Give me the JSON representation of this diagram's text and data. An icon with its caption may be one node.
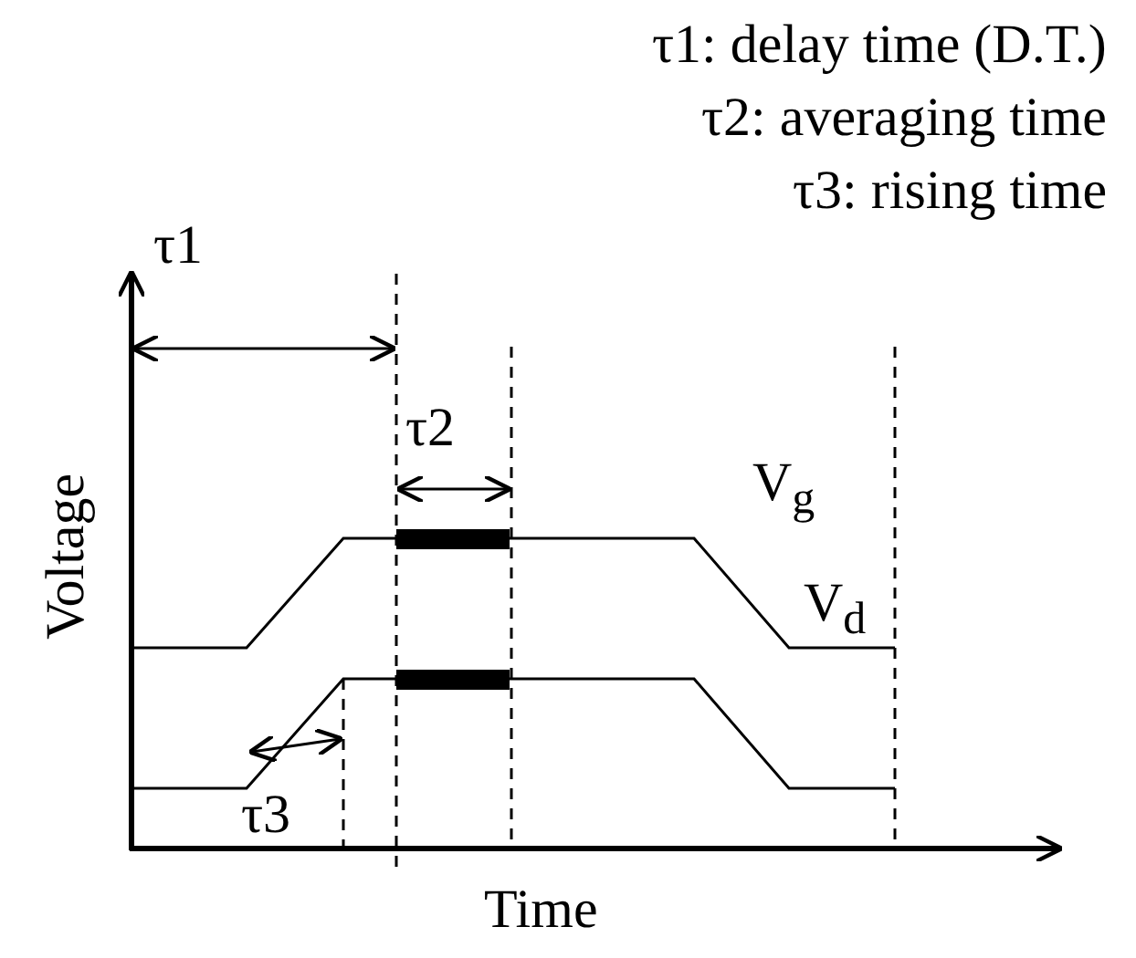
{
  "diagram": {
    "labels": [
      "τ1: delay time (D.T.)",
      "τ2: averaging time",
      "τ3: rising time",
      "τ1",
      "τ2",
      "Voltage",
      "V$_{g}$",
      "V$_{d}$",
      "τ3",
      "Time"
    ]
  }
}
